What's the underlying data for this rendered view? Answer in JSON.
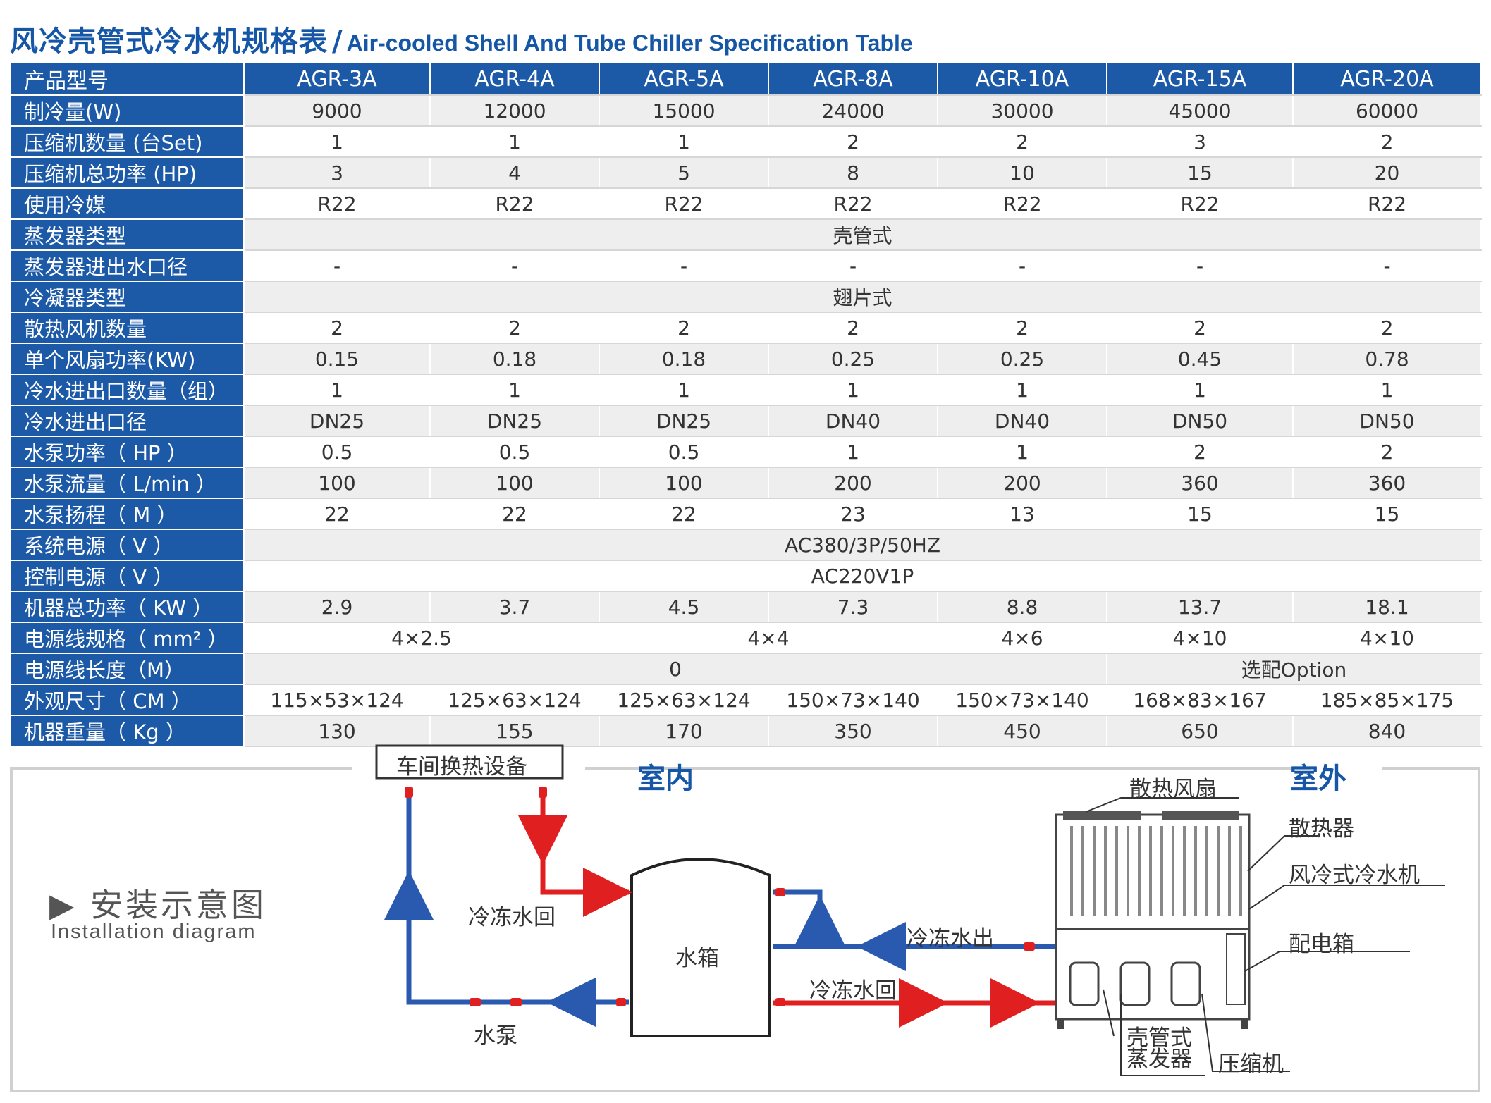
{
  "title": {
    "cn": "风冷壳管式冷水机规格表",
    "sep": "/",
    "en": "Air-cooled Shell And Tube Chiller Specification Table"
  },
  "table": {
    "header_label": "产品型号",
    "models": [
      "AGR-3A",
      "AGR-4A",
      "AGR-5A",
      "AGR-8A",
      "AGR-10A",
      "AGR-15A",
      "AGR-20A"
    ],
    "rows": {
      "cooling": {
        "label": "制冷量(W)",
        "values": [
          "9000",
          "12000",
          "15000",
          "24000",
          "30000",
          "45000",
          "60000"
        ]
      },
      "comp_count": {
        "label": "压缩机数量 (台Set)",
        "values": [
          "1",
          "1",
          "1",
          "2",
          "2",
          "3",
          "2"
        ]
      },
      "comp_power": {
        "label": "压缩机总功率 (HP)",
        "values": [
          "3",
          "4",
          "5",
          "8",
          "10",
          "15",
          "20"
        ]
      },
      "refrigerant": {
        "label": "使用冷媒",
        "values": [
          "R22",
          "R22",
          "R22",
          "R22",
          "R22",
          "R22",
          "R22"
        ]
      },
      "evap_type": {
        "label": "蒸发器类型",
        "value": "壳管式"
      },
      "evap_port": {
        "label": "蒸发器进出水口径",
        "values": [
          "-",
          "-",
          "-",
          "-",
          "-",
          "-",
          "-"
        ]
      },
      "cond_type": {
        "label": "冷凝器类型",
        "value": "翅片式"
      },
      "fan_count": {
        "label": "散热风机数量",
        "values": [
          "2",
          "2",
          "2",
          "2",
          "2",
          "2",
          "2"
        ]
      },
      "fan_power": {
        "label": "单个风扇功率(KW)",
        "values": [
          "0.15",
          "0.18",
          "0.18",
          "0.25",
          "0.25",
          "0.45",
          "0.78"
        ]
      },
      "port_count": {
        "label": "冷水进出口数量（组）",
        "values": [
          "1",
          "1",
          "1",
          "1",
          "1",
          "1",
          "1"
        ]
      },
      "port_size": {
        "label": "冷水进出口径",
        "values": [
          "DN25",
          "DN25",
          "DN25",
          "DN40",
          "DN40",
          "DN50",
          "DN50"
        ]
      },
      "pump_power": {
        "label": "水泵功率（ HP ）",
        "values": [
          "0.5",
          "0.5",
          "0.5",
          "1",
          "1",
          "2",
          "2"
        ]
      },
      "pump_flow": {
        "label": "水泵流量（ L/min ）",
        "values": [
          "100",
          "100",
          "100",
          "200",
          "200",
          "360",
          "360"
        ]
      },
      "pump_head": {
        "label": "水泵扬程（ M ）",
        "values": [
          "22",
          "22",
          "22",
          "23",
          "13",
          "15",
          "15"
        ]
      },
      "sys_power": {
        "label": "系统电源（ V ）",
        "value": "AC380/3P/50HZ"
      },
      "ctrl_power": {
        "label": "控制电源（ V ）",
        "value": "AC220V1P"
      },
      "total_power": {
        "label": "机器总功率（ KW ）",
        "values": [
          "2.9",
          "3.7",
          "4.5",
          "7.3",
          "8.8",
          "13.7",
          "18.1"
        ]
      },
      "cable_spec": {
        "label": "电源线规格（ mm² ）",
        "groups": [
          "4×2.5",
          "4×4",
          "4×6",
          "4×10",
          "4×10"
        ]
      },
      "cable_len": {
        "label": "电源线长度（M）",
        "groups": [
          "0",
          "选配Option"
        ]
      },
      "dimensions": {
        "label": "外观尺寸（ CM ）",
        "values": [
          "115×53×124",
          "125×63×124",
          "125×63×124",
          "150×73×140",
          "150×73×140",
          "168×83×167",
          "185×85×175"
        ]
      },
      "weight": {
        "label": "机器重量（ Kg ）",
        "values": [
          "130",
          "155",
          "170",
          "350",
          "450",
          "650",
          "840"
        ]
      }
    }
  },
  "diagram": {
    "heading_cn": "▶ 安装示意图",
    "heading_en": "Installation diagram",
    "indoor": "室内",
    "outdoor": "室外",
    "workshop": "车间换热设备",
    "tank": "水箱",
    "pump": "水泵",
    "return_top": "冷冻水回",
    "out_right": "冷冻水出",
    "return_right": "冷冻水回",
    "fan": "散热风扇",
    "radiator": "散热器",
    "chiller": "风冷式冷水机",
    "box": "配电箱",
    "evaporator_1": "壳管式",
    "evaporator_2": "蒸发器",
    "compressor": "压缩机",
    "colors": {
      "blue": "#2a5ab0",
      "red": "#e02020",
      "brand": "#1556a6"
    }
  }
}
